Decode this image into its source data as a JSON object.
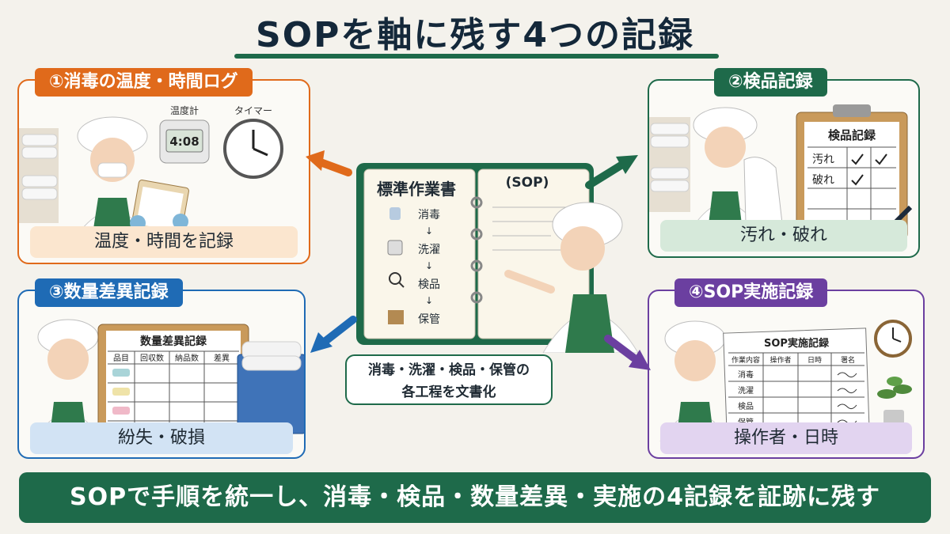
{
  "title": "SOPを軸に残す4つの記録",
  "colors": {
    "orange": "#e06a1b",
    "green": "#1e6a4a",
    "blue": "#1f6bb5",
    "purple": "#6b3fa0",
    "dark_green": "#1e6a4a"
  },
  "panels": {
    "p1": {
      "label": "①消毒の温度・時間ログ",
      "caption": "温度・時間を記録",
      "thermometer_label": "温度計",
      "timer_label": "タイマー",
      "display_value": "4:08"
    },
    "p2": {
      "label": "②検品記録",
      "caption": "汚れ・破れ",
      "sheet_title": "検品記録",
      "rows": [
        "汚れ",
        "破れ"
      ]
    },
    "p3": {
      "label": "③数量差異記録",
      "caption": "紛失・破損",
      "sheet_title": "数量差異記録",
      "columns": [
        "品目",
        "回収数",
        "納品数",
        "差異"
      ]
    },
    "p4": {
      "label": "④SOP実施記録",
      "caption": "操作者・日時",
      "sheet_title": "SOP実施記録",
      "columns": [
        "作業内容",
        "操作者",
        "日時",
        "署名"
      ],
      "rows": [
        "消毒",
        "洗濯",
        "検品",
        "保管"
      ]
    }
  },
  "book": {
    "left_title": "標準作業書",
    "right_title": "(SOP)",
    "steps": [
      "消毒",
      "洗濯",
      "検品",
      "保管"
    ]
  },
  "center_callout": {
    "line1": "消毒・洗濯・検品・保管の",
    "line2": "各工程を文書化"
  },
  "bottom_banner": "SOPで手順を統一し、消毒・検品・数量差異・実施の4記録を証跡に残す"
}
